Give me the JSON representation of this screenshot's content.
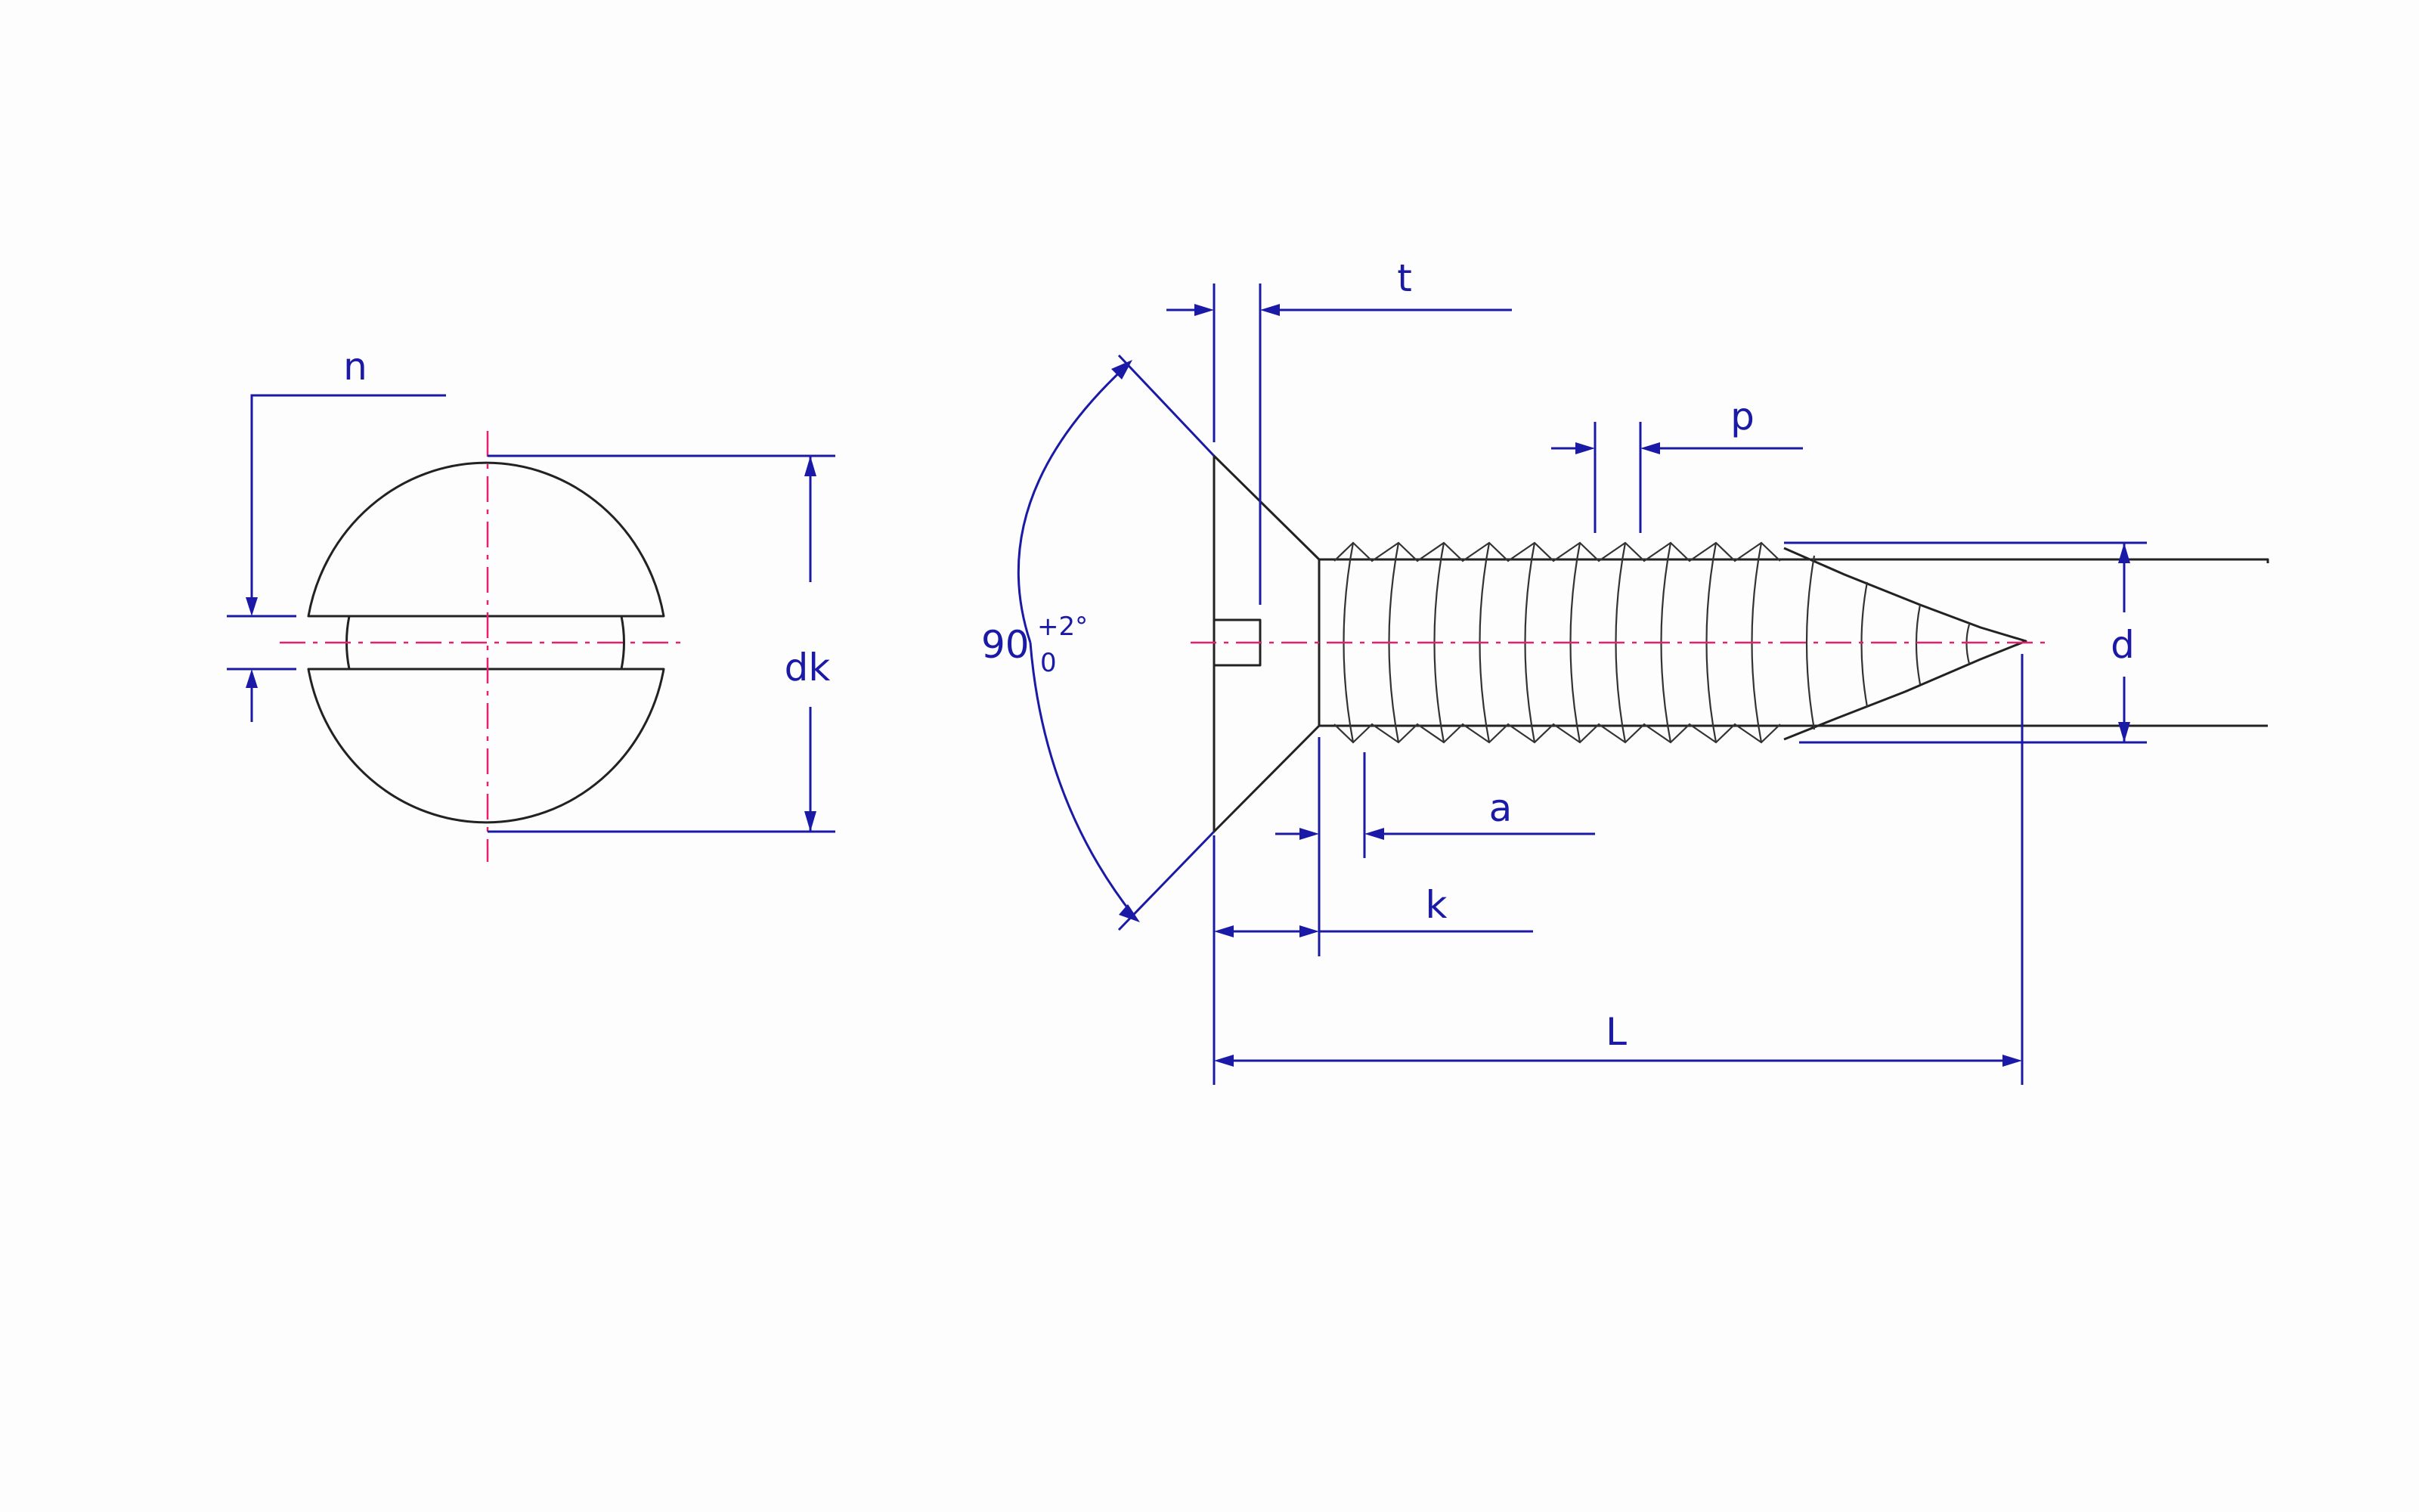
{
  "diagram": {
    "labels": {
      "n": "n",
      "dk": "dk",
      "t": "t",
      "p": "p",
      "d": "d",
      "a": "a",
      "k": "k",
      "L": "L"
    },
    "angle": {
      "value": "90",
      "tol_upper": "+2°",
      "tol_lower": "0"
    },
    "colors": {
      "outline": "#222222",
      "dimension": "#1a1aa6",
      "centerline": "#e6206e"
    }
  }
}
